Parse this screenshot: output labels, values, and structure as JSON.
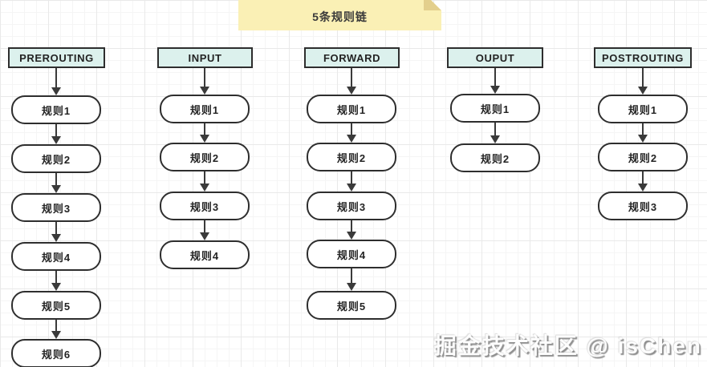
{
  "note": {
    "label": "5条规则链"
  },
  "watermark": {
    "text": "掘金技术社区 @ isChen"
  },
  "colors": {
    "note_bg": "#FAF0B5",
    "note_fold": "#E3CF8D",
    "header_bg": "#DCF1ED",
    "node_bg": "#FFFFFF",
    "border": "#2E2E2E",
    "arrow": "#3A3A3A",
    "grid_line": "#E9E9E9"
  },
  "chains": [
    {
      "title": "PREROUTING",
      "rules": [
        "规则1",
        "规则2",
        "规则3",
        "规则4",
        "规则5",
        "规则6"
      ]
    },
    {
      "title": "INPUT",
      "rules": [
        "规则1",
        "规则2",
        "规则3",
        "规则4"
      ]
    },
    {
      "title": "FORWARD",
      "rules": [
        "规则1",
        "规则2",
        "规则3",
        "规则4",
        "规则5"
      ]
    },
    {
      "title": "OUPUT",
      "rules": [
        "规则1",
        "规则2"
      ]
    },
    {
      "title": "POSTROUTING",
      "rules": [
        "规则1",
        "规则2",
        "规则3"
      ]
    }
  ]
}
